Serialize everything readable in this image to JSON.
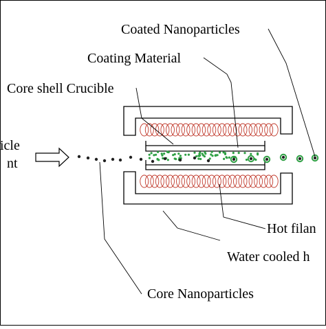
{
  "labels": {
    "coated_nanoparticles": "Coated Nanoparticles",
    "coating_material": "Coating Material",
    "core_shell_crucible": "Core shell Crucible",
    "hot_filament": "Hot filan",
    "water_cooled": "Water cooled h",
    "core_nanoparticles": "Core Nanoparticles",
    "inlet_line1": "icle",
    "inlet_line2": "nt"
  },
  "colors": {
    "filament_coil": "#c0392b",
    "coating_dots": "#2ea043",
    "structure": "#000000"
  }
}
